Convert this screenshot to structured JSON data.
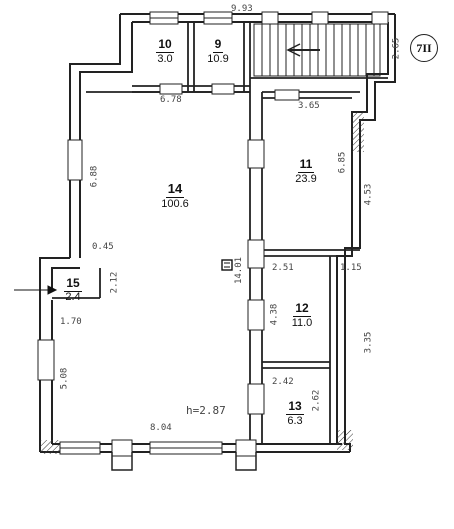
{
  "rooms": [
    {
      "number": "10",
      "area": "3.0"
    },
    {
      "number": "9",
      "area": "10.9"
    },
    {
      "number": "14",
      "area": "100.6"
    },
    {
      "number": "11",
      "area": "23.9"
    },
    {
      "number": "15",
      "area": "2.4"
    },
    {
      "number": "12",
      "area": "11.0"
    },
    {
      "number": "13",
      "area": "6.3"
    }
  ],
  "dimensions": {
    "top_overall": "9.93",
    "right_axis_top": "2.65",
    "room14_top": "6.78",
    "room11_top": "3.65",
    "room14_left": "6.88",
    "room14_stub": "0.45",
    "room11_right": "6.85",
    "outer_right_upper": "4.53",
    "center_vertical": "14.01",
    "room12_top": "2.51",
    "corridor_width": "1.15",
    "room12_left": "4.38",
    "outer_right_mid": "3.35",
    "room15_right": "2.12",
    "room15_bottom": "1.70",
    "room14_lower_left": "5.08",
    "room13_top": "2.42",
    "room13_right": "2.62",
    "height_label": "h=2.87",
    "room14_bottom": "8.04"
  },
  "axis_marker": "7II",
  "stairs_symbol": "stair-arrow"
}
